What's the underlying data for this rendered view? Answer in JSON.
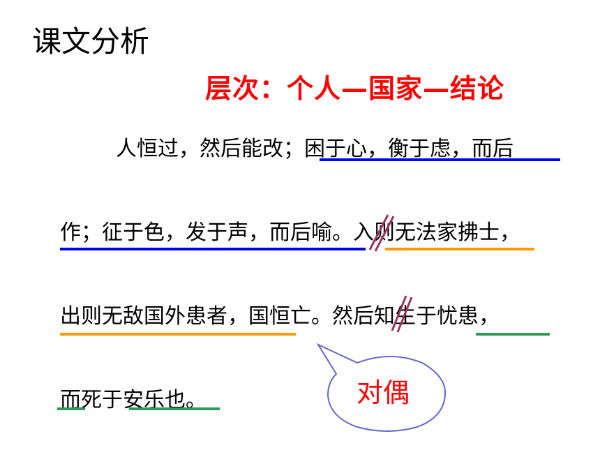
{
  "slide": {
    "title": "课文分析",
    "subtitle": "层次：个人—国家—结论",
    "lines": [
      "人恒过，然后能改；困于心，衡于虑，而后",
      "作；征于色，发于声，而后喻。入则无法家拂士，",
      "出则无敌国外患者，国恒亡。然后知生于忧患，",
      "而死于安乐也。"
    ],
    "callout": "对偶",
    "colors": {
      "subtitle": "#ff0000",
      "underline_blue": "#0000ee",
      "underline_orange": "#ff9900",
      "underline_green": "#2e9a5a",
      "divider_marks": "#993366",
      "callout_border": "#6666cc"
    }
  }
}
